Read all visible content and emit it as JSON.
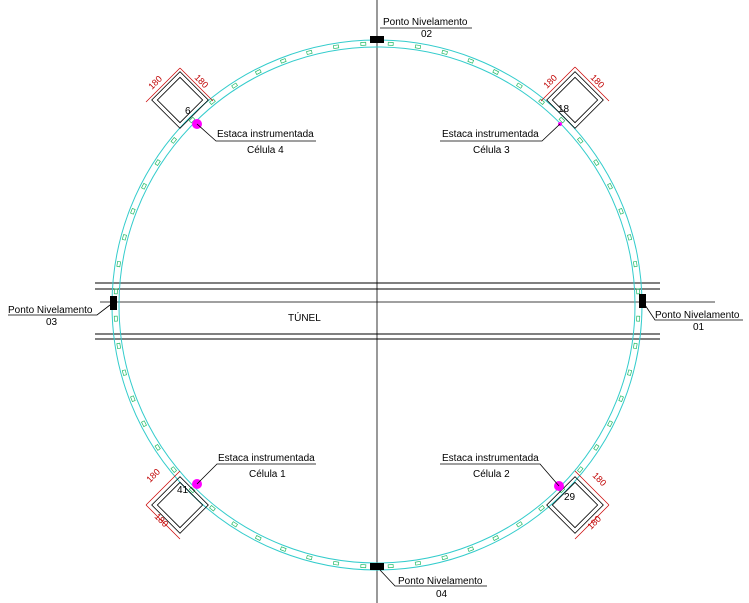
{
  "colors": {
    "ring": "#33cccc",
    "marks": "#22bb66",
    "pile": "#ff00ff",
    "dimension": "#cc0000",
    "lines": "#000000"
  },
  "tunnel_label": "TÚNEL",
  "leveling_points": [
    {
      "title": "Ponto Nivelamento",
      "number": "02"
    },
    {
      "title": "Ponto Nivelamento",
      "number": "03"
    },
    {
      "title": "Ponto Nivelamento",
      "number": "01"
    },
    {
      "title": "Ponto Nivelamento",
      "number": "04"
    }
  ],
  "instrumented_piles": [
    {
      "label": "Estaca instrumentada",
      "cell": "Célula 4",
      "pile_number": "6",
      "dim_a": "180",
      "dim_b": "180"
    },
    {
      "label": "Estaca instrumentada",
      "cell": "Célula 3",
      "pile_number": "18",
      "dim_a": "180",
      "dim_b": "180"
    },
    {
      "label": "Estaca instrumentada",
      "cell": "Célula 1",
      "pile_number": "41",
      "dim_a": "180",
      "dim_b": "180"
    },
    {
      "label": "Estaca instrumentada",
      "cell": "Célula 2",
      "pile_number": "29",
      "dim_a": "180",
      "dim_b": "180"
    }
  ]
}
